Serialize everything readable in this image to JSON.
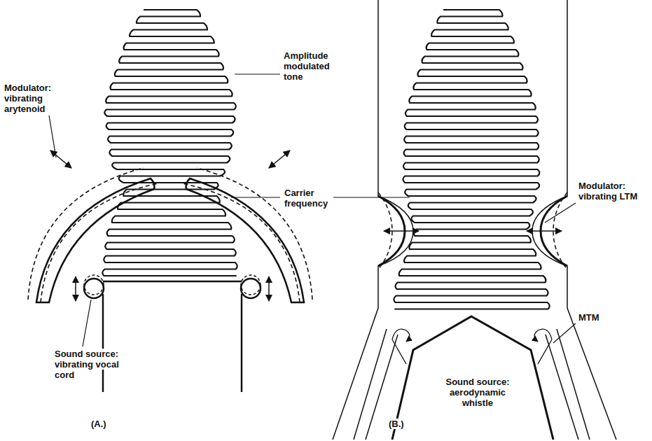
{
  "diagram": {
    "labels": [
      "Amplitude modulated tone",
      "Modulator: vibrating arytenoid",
      "Modulator: vibrating LTM",
      "Carrier frequency",
      "Sound source: vibrating vocal cord",
      "Sound source: aerodynamic whistle",
      "MTM",
      "(A.)",
      "(B.)"
    ]
  }
}
